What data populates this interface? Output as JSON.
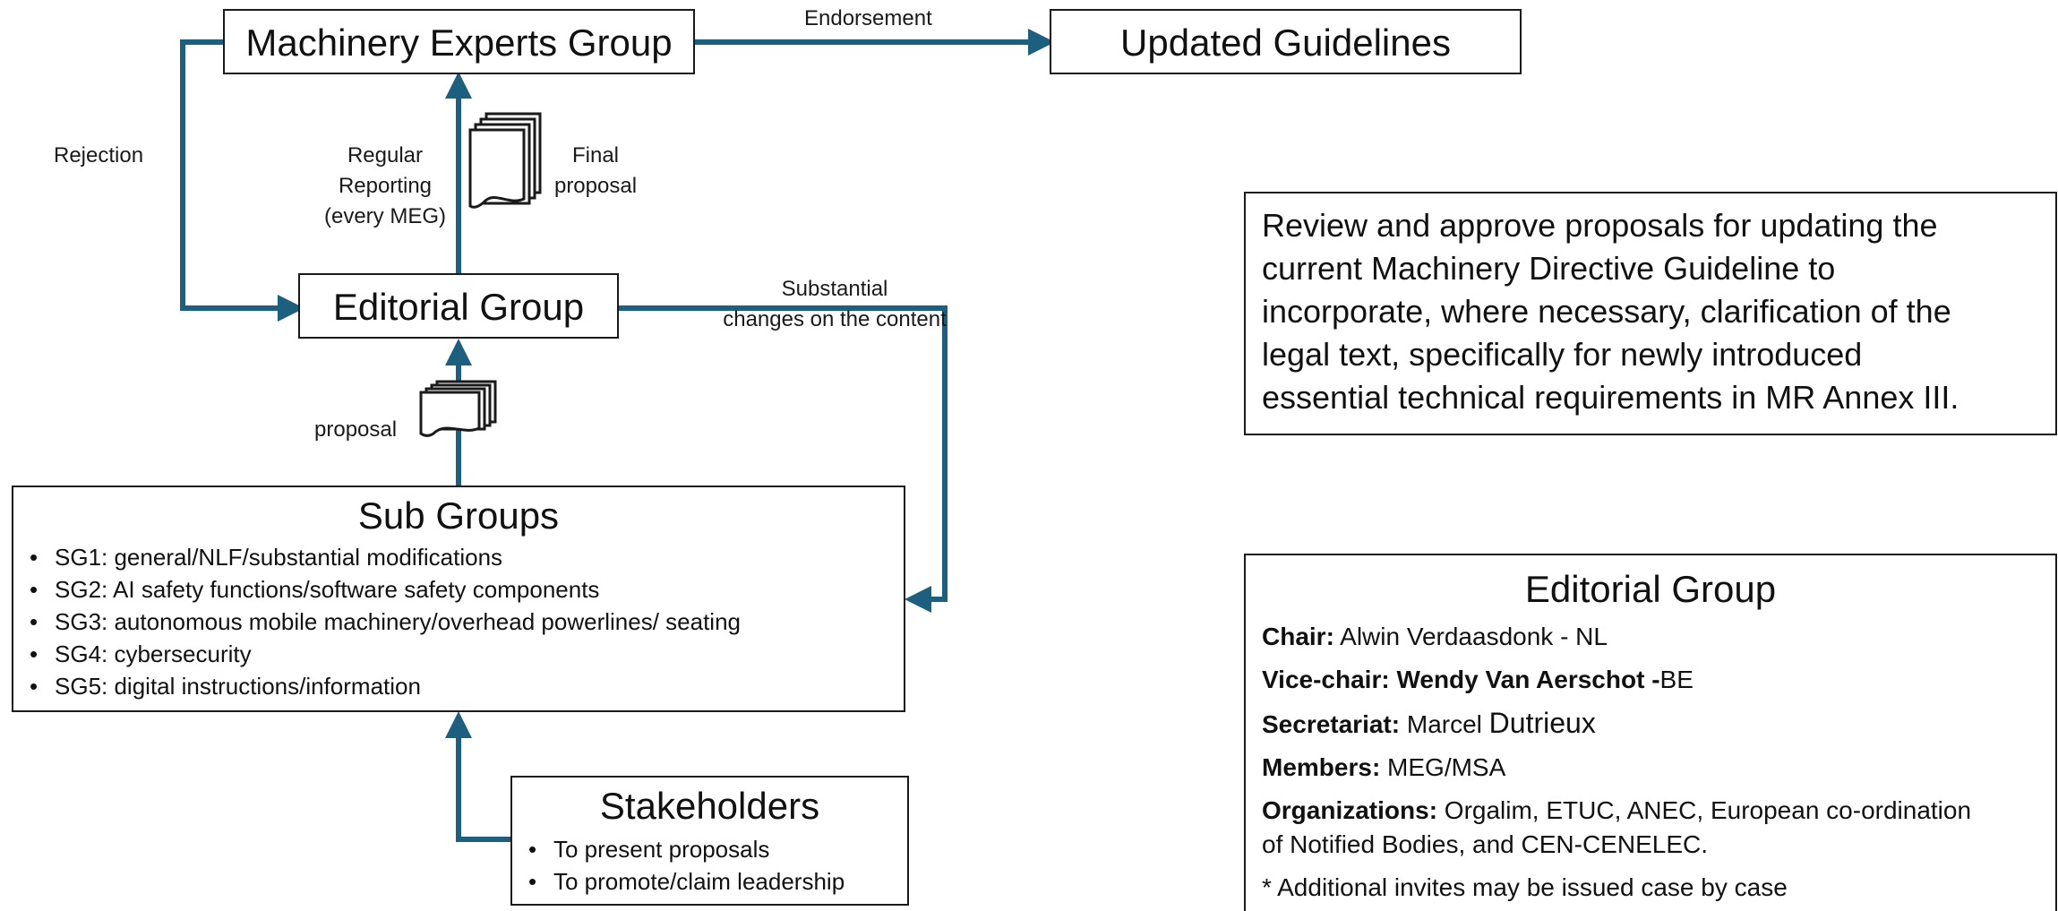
{
  "colors": {
    "arrow": "#1d5f7e",
    "border": "#1a1a1a"
  },
  "nodes": {
    "meg": "Machinery Experts Group",
    "updated": "Updated Guidelines",
    "editorial": "Editorial Group",
    "subgroups": {
      "title": "Sub Groups",
      "items": [
        "SG1: general/NLF/substantial  modifications",
        "SG2: AI safety functions/software safety components",
        "SG3: autonomous mobile machinery/overhead  powerlines/ seating",
        "SG4: cybersecurity",
        "SG5: digital instructions/information"
      ]
    },
    "stakeholders": {
      "title": "Stakeholders",
      "items": [
        "To present proposals",
        "To promote/claim leadership"
      ]
    }
  },
  "edge_labels": {
    "endorsement": "Endorsement",
    "rejection": "Rejection",
    "regular_1": "Regular",
    "regular_2": "Reporting",
    "regular_3": "(every MEG)",
    "final_1": "Final",
    "final_2": "proposal",
    "substantial_1": "Substantial",
    "substantial_2": "changes on the content",
    "proposal": "proposal"
  },
  "icons": {
    "document_stack": "document-stack-icon"
  },
  "mandate": {
    "line1": "Review and approve proposals for updating the",
    "line2": "current Machinery Directive Guideline to",
    "line3": "incorporate, where necessary, clarification of the",
    "line4": "legal text, specifically for newly introduced",
    "line5": "essential technical requirements in MR Annex III."
  },
  "editorial_info": {
    "title": "Editorial Group",
    "chair_label": "Chair:",
    "chair_value": "Alwin Verdaasdonk - NL",
    "vice_label": "Vice-chair: Wendy Van Aerschot -",
    "vice_value": "BE",
    "secretariat_label": "Secretariat:",
    "secretariat_value_1": "Marcel",
    "secretariat_value_2": "Dutrieux",
    "members_label": "Members:",
    "members_value": "MEG/MSA",
    "organizations_label": "Organizations:",
    "organizations_value_1": "Orgalim, ETUC, ANEC, European co-ordination",
    "organizations_value_2": "of Notified Bodies, and CEN-CENELEC.",
    "note": "* Additional invites may be issued case by case"
  }
}
